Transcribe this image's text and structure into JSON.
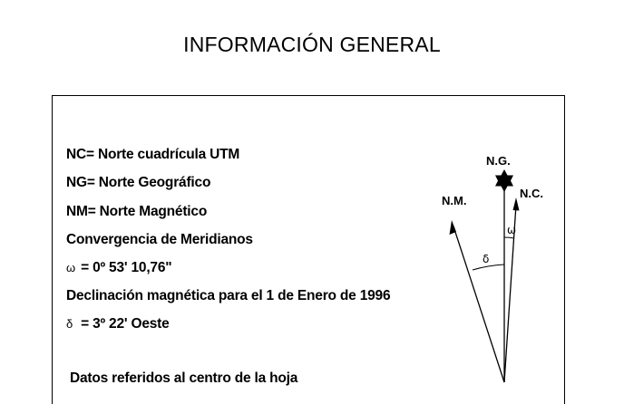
{
  "title": "INFORMACIÓN GENERAL",
  "legend": {
    "nc": "NC= Norte cuadrícula UTM",
    "ng": "NG= Norte Geográfico",
    "nm": "NM= Norte Magnético",
    "convergencia_label": "Convergencia de Meridianos",
    "omega_symbol": "ω",
    "omega_value": "= 0º 53' 10,76\"",
    "declinacion_label": "Declinación magnética para el 1 de Enero de 1996",
    "delta_symbol": "δ",
    "delta_value": "= 3º 22' Oeste",
    "datos": "Datos referidos al centro de la hoja"
  },
  "diagram": {
    "ng_label": "N.G.",
    "nc_label": "N.C.",
    "nm_label": "N.M.",
    "omega": "ω",
    "delta": "δ"
  }
}
